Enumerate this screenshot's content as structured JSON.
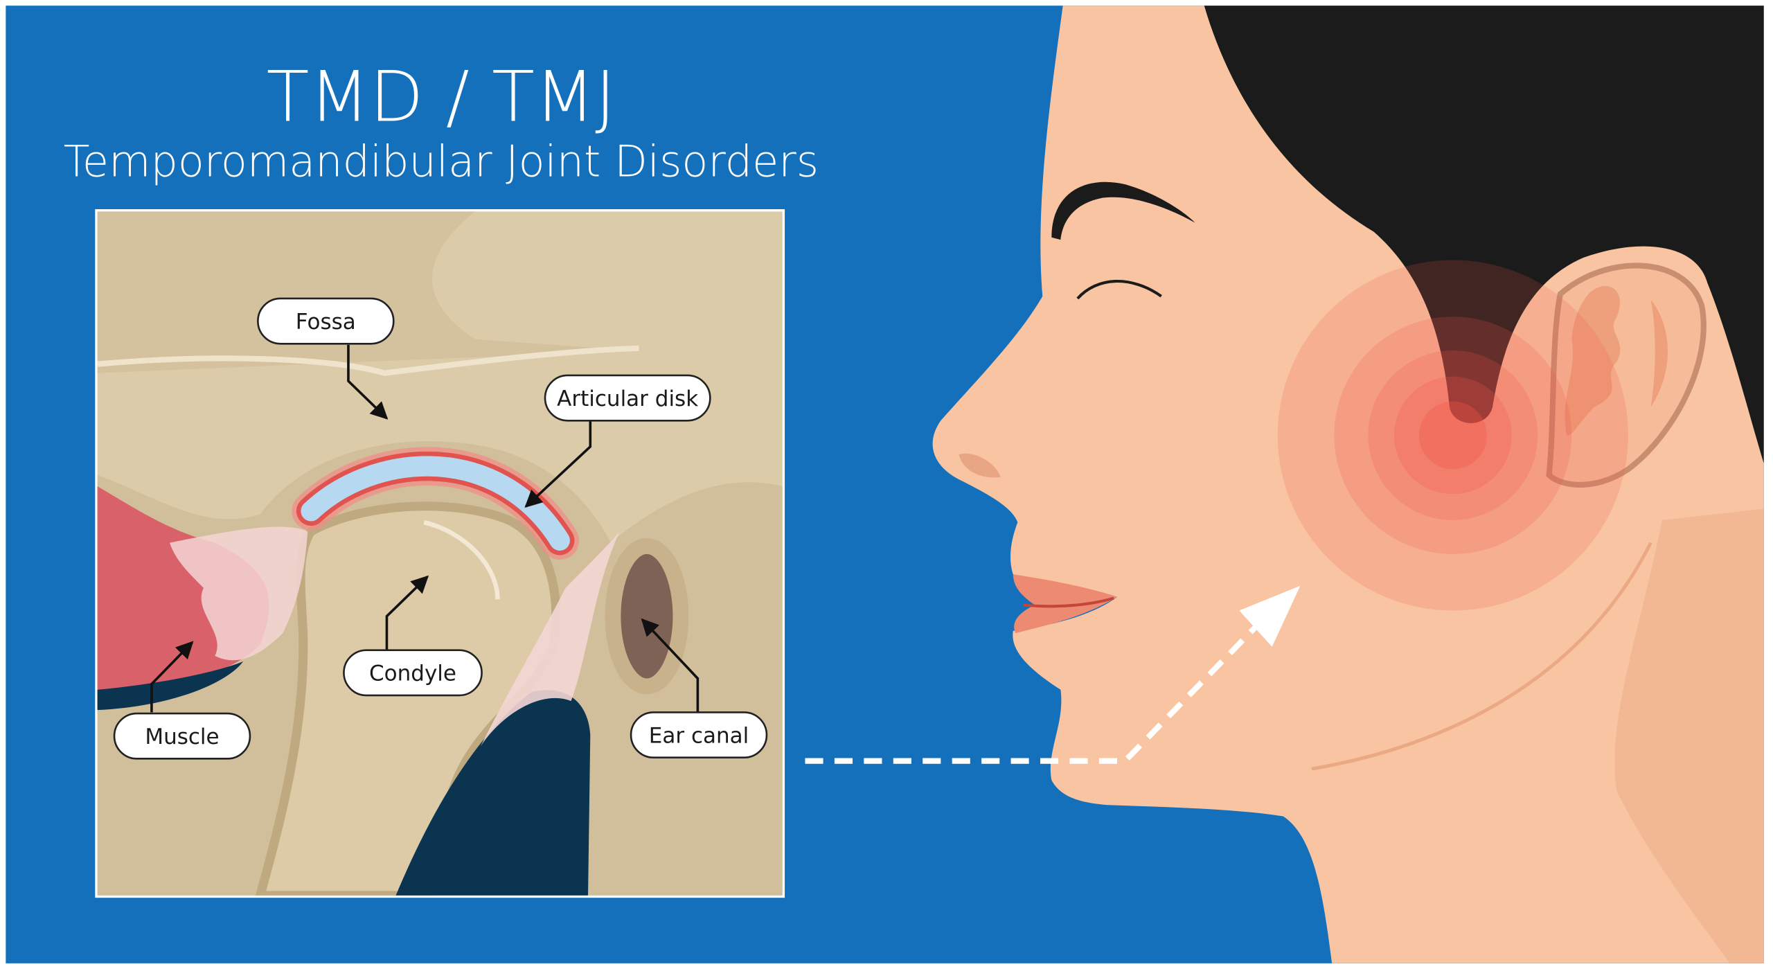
{
  "title": "TMD / TMJ",
  "subtitle": "Temporomandibular Joint Disorders",
  "labels": {
    "fossa": "Fossa",
    "articular_disk": "Articular disk",
    "condyle": "Condyle",
    "muscle": "Muscle",
    "ear_canal": "Ear canal"
  },
  "colors": {
    "background": "#1470bb",
    "skin": "#f8c4a1",
    "hair": "#1b1b1b",
    "inset_bg": "#dccba9",
    "disk": "#b6d8f0",
    "pain": "#f0554a",
    "muscle": "#d9616a",
    "navy": "#0b3450"
  }
}
